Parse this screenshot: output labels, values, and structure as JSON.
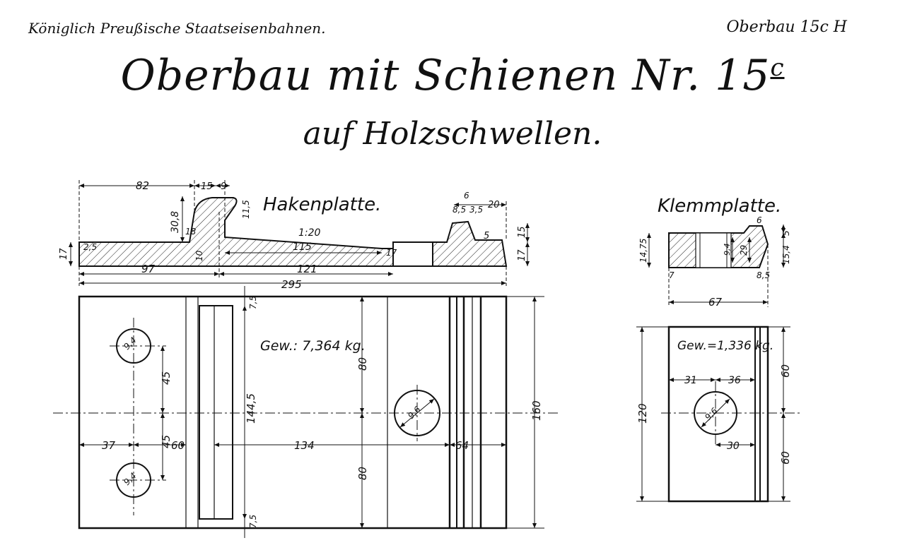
{
  "header": {
    "left": "Königlich Preußische Staatseisenbahnen.",
    "right": "Oberbau 15c H"
  },
  "title": {
    "main": "Oberbau mit Schienen Nr. 15",
    "superscript": "c"
  },
  "subtitle": "auf Holzschwellen.",
  "hakenplatte": {
    "label": "Hakenplatte.",
    "weight": "Gew.: 7,364 kg.",
    "dims": {
      "d82": "82",
      "d15": "15",
      "d9": "9",
      "d30_8": "30,8",
      "d11_5": "11,5",
      "d18": "18",
      "d10": "10",
      "d17l": "17",
      "d2_5": "2,5",
      "d1_20": "1:20",
      "d115": "115",
      "d17m": "17",
      "d6": "6",
      "d8_5": "8,5",
      "d3_5": "3,5",
      "d20": "20",
      "d5": "5",
      "d17r": "17",
      "d15r": "15",
      "d97": "97",
      "d121": "121",
      "d295": "295",
      "d7_5t": "7,5",
      "d9_4a": "9,4",
      "d45a": "45",
      "d45b": "45",
      "d9_4b": "9,4",
      "d37": "37",
      "d60": "60",
      "d134": "134",
      "d144_5": "144,5",
      "d80a": "80",
      "d80b": "80",
      "d9_6": "9,6",
      "d64": "64",
      "d160": "160",
      "d7_5b": "7,5"
    }
  },
  "klemmplatte": {
    "label": "Klemmplatte.",
    "weight": "Gew.=1,336 kg.",
    "dims": {
      "d6": "6",
      "d5": "5",
      "d14_75": "14,75",
      "d9_4": "9,4",
      "d29": "29",
      "d15_4": "15,4",
      "d7": "7",
      "d8_5": "8,5",
      "d67": "67",
      "d31": "31",
      "d36": "36",
      "d60a": "60",
      "d120": "120",
      "d9_6": "9,6",
      "d30": "30",
      "d60b": "60"
    }
  }
}
